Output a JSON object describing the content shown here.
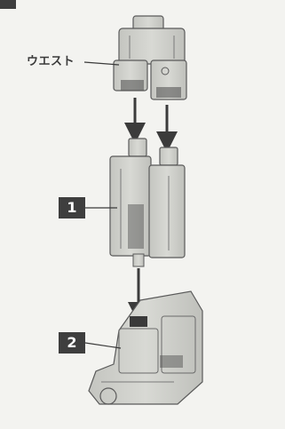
{
  "corner_step": {
    "label": ""
  },
  "callouts": {
    "waist_label": "ウエスト"
  },
  "steps": [
    {
      "number": "1"
    },
    {
      "number": "2"
    }
  ],
  "colors": {
    "part_fill": "#cfd0cb",
    "part_stroke": "#5a5a5a",
    "arrow": "#3b3b3b",
    "badge": "#3e3e3e"
  }
}
